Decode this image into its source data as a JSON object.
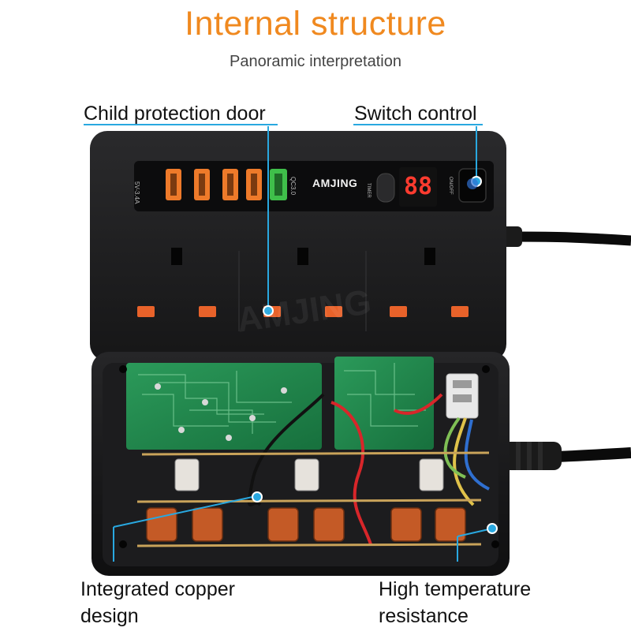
{
  "header": {
    "title": "Internal structure",
    "subtitle": "Panoramic interpretation"
  },
  "callouts": {
    "child_protection": "Child protection door",
    "switch_control": "Switch control",
    "copper_line1": "Integrated copper",
    "copper_line2": "design",
    "temperature_line1": "High temperature",
    "temperature_line2": "resistance"
  },
  "device": {
    "brand": "AMJING",
    "display": "88",
    "usb_label": "5V-3.4A",
    "qc_label": "QC3.0",
    "timer_label": "TIMER",
    "onoff_label": "ON/OFF",
    "watermark": "AMJING"
  },
  "colors": {
    "accent_orange": "#f0891f",
    "callout_blue": "#29a8e0",
    "housing": "#1e1e20",
    "pcb_green": "#1f8a4c",
    "qc_green": "#3fbf4a",
    "display_red": "#ff3b2f"
  }
}
